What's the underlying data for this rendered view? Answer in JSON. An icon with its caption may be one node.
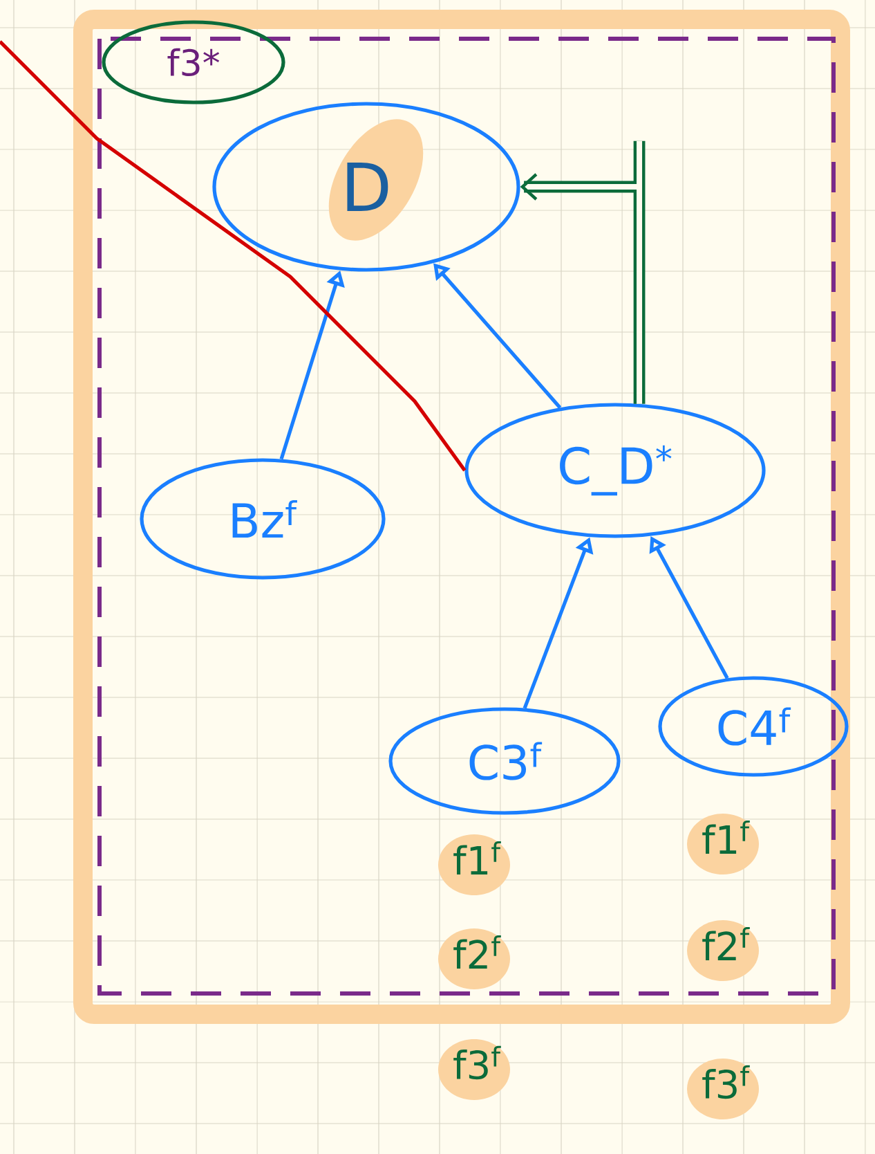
{
  "diagram": {
    "nodes": [
      {
        "text": [
          "f3*"
        ]
      },
      {
        "text": [
          "D"
        ]
      },
      {
        "text": [
          "Bz$^{f}$"
        ]
      },
      {
        "text": [
          "C_D$^{*}$"
        ]
      },
      {
        "text": [
          "C3$^{f}$"
        ]
      },
      {
        "text": [
          "C4$^{f}$"
        ]
      }
    ],
    "edges": [
      {
        "from": 2,
        "to": 1,
        "arrow": "to"
      },
      {
        "from": 3,
        "to": 1,
        "arrow": "to"
      },
      {
        "from": 3,
        "to": 1,
        "arrow": "to",
        "style": "thick",
        "color": "#0b6b3a"
      },
      {
        "from": null,
        "to": 3,
        "arrow": "none",
        "color": "#d40000"
      },
      {
        "from": 4,
        "to": 3,
        "arrow": "to"
      },
      {
        "from": 5,
        "to": 3,
        "arrow": "to"
      }
    ],
    "labels": [
      "f1$^{f}$",
      "f1$^{f}$",
      "f2$^{f}$",
      "f2$^{f}$",
      "f3$^{f}$",
      "f3$^{f}$"
    ]
  }
}
